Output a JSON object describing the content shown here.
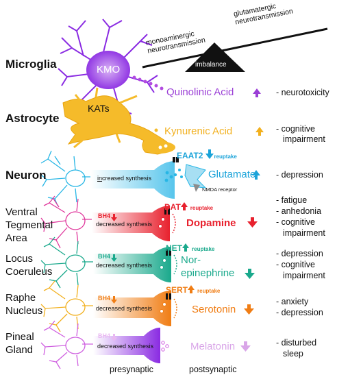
{
  "balance": {
    "left_label": [
      "monoaminergic",
      "neurotransmission"
    ],
    "right_label": [
      "glutamatergic",
      "neurotransmission"
    ],
    "fulcrum_label": "imbalance"
  },
  "rows": {
    "microglia": {
      "label": "Microglia",
      "enzyme": "KMO",
      "metabolite": "Quinolinic Acid",
      "effects": [
        "- neurotoxicity"
      ]
    },
    "astrocyte": {
      "label": "Astrocyte",
      "enzyme": "KATs",
      "metabolite": "Kynurenic Acid",
      "effects": [
        "- cognitive",
        "impairment"
      ]
    },
    "neuron": {
      "label": "Neuron",
      "synthesis": "increased synthesis",
      "synthesis_underline": "in",
      "transporter": "EAAT2",
      "reuptake": "reuptake",
      "receptor": "NMDA receptor",
      "metabolite": "Glutamate",
      "effects": [
        "- depression"
      ]
    },
    "vta": {
      "label": [
        "Ventral",
        "Tegmental",
        "Area"
      ],
      "bh4": "BH4",
      "synthesis": "decreased synthesis",
      "transporter": "DAT",
      "reuptake": "reuptake",
      "metabolite": "Dopamine",
      "effects": [
        "- fatigue",
        "- anhedonia",
        "- cognitive",
        "impairment"
      ]
    },
    "lc": {
      "label": [
        "Locus",
        "Coeruleus"
      ],
      "bh4": "BH4",
      "synthesis": "decreased synthesis",
      "transporter": "NET",
      "reuptake": "reuptake",
      "metabolite": [
        "Nor-",
        "epinephrine"
      ],
      "effects": [
        "- depression",
        "- cognitive",
        "impairment"
      ]
    },
    "raphe": {
      "label": [
        "Raphe",
        "Nucleus"
      ],
      "bh4": "BH4",
      "synthesis": "decreased synthesis",
      "transporter": "SERT",
      "reuptake": "reuptake",
      "metabolite": "Serotonin",
      "effects": [
        "- anxiety",
        "- depression"
      ]
    },
    "pineal": {
      "label": [
        "Pineal",
        "Gland"
      ],
      "bh4": "BH4",
      "synthesis": "decreased synthesis",
      "metabolite": "Melatonin",
      "effects": [
        "- disturbed",
        "sleep"
      ]
    }
  },
  "footer": {
    "pre": "presynaptic",
    "post": "postsynaptic"
  },
  "colors": {
    "microglia": "#9b3fd6",
    "astrocyte": "#f2b01e",
    "glutamate": "#1aa3d9",
    "dopamine": "#e8212e",
    "norepinephrine": "#1aa98c",
    "serotonin": "#f07d14",
    "melatonin": "#d9a6e8",
    "red_arrow": "#e8212e"
  }
}
